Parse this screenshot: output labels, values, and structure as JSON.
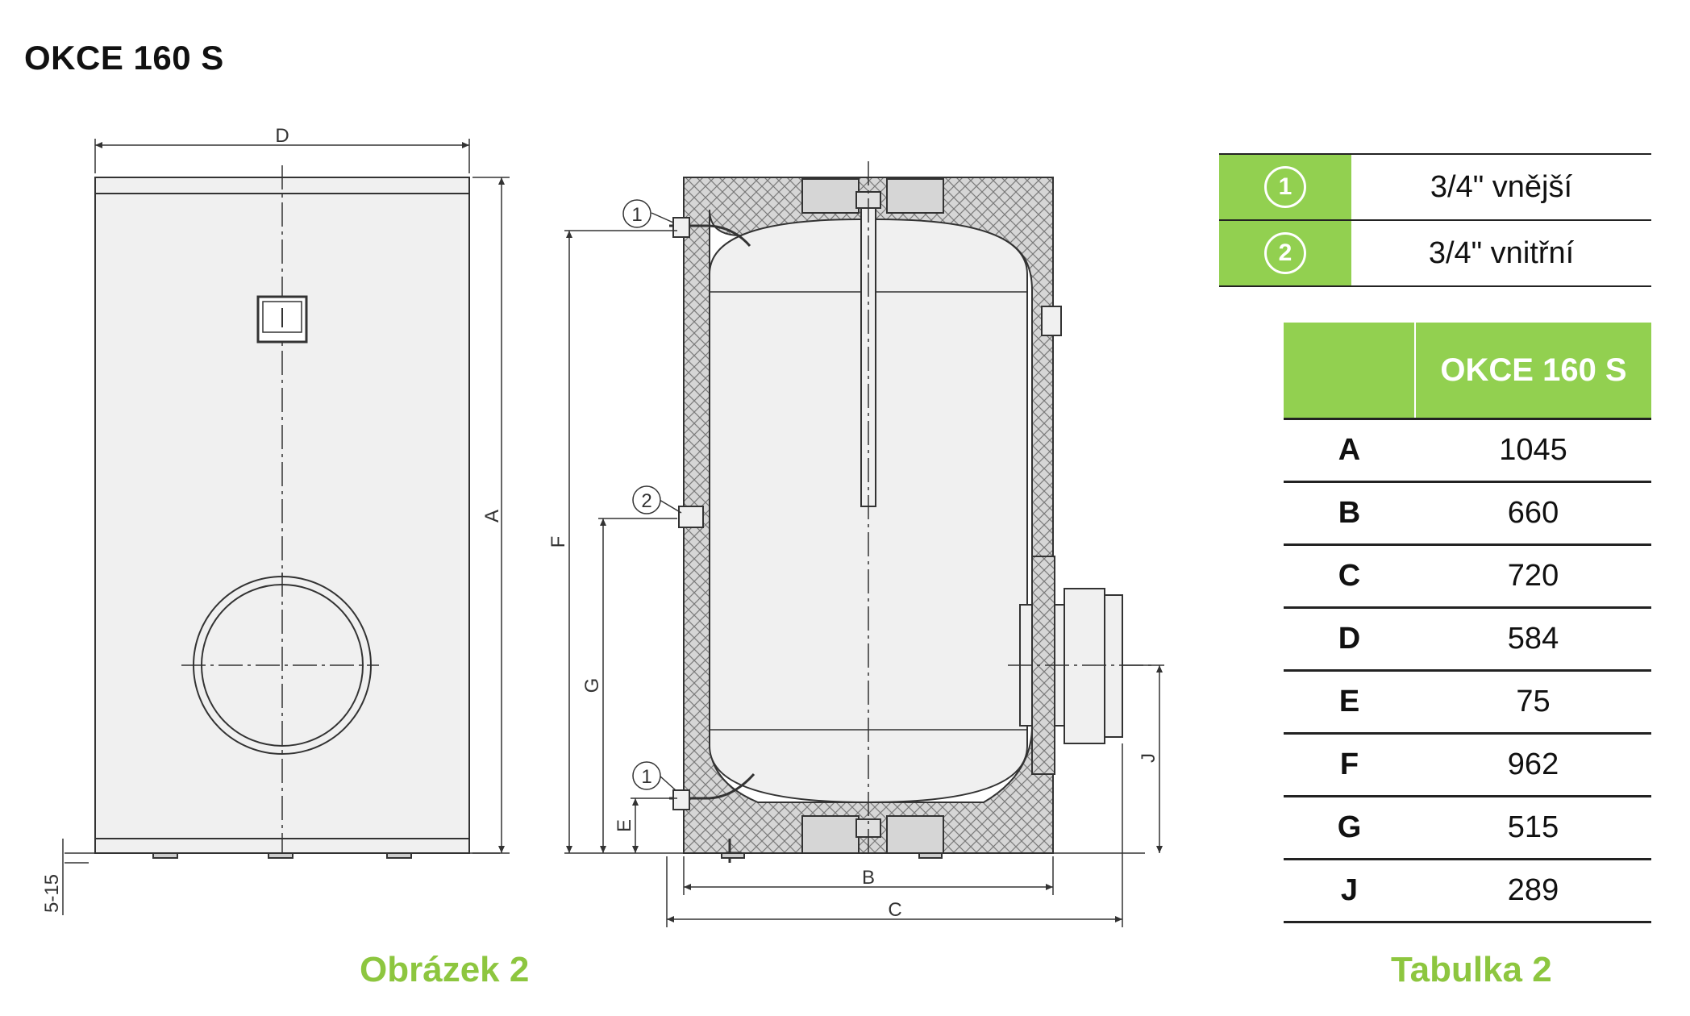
{
  "title": "OKCE 160 S",
  "drawing_labels": {
    "D": "D",
    "A": "A",
    "F": "F",
    "G": "G",
    "E": "E",
    "B": "B",
    "C": "C",
    "J": "J",
    "foot": "5-15",
    "mark1": "1",
    "mark2": "2"
  },
  "legend": [
    {
      "symbol": "①",
      "text": "3/4\" vnější"
    },
    {
      "symbol": "②",
      "text": "3/4\" vnitřní"
    }
  ],
  "dims_table": {
    "header": "OKCE 160 S",
    "rows": [
      {
        "key": "A",
        "value": "1045"
      },
      {
        "key": "B",
        "value": "660"
      },
      {
        "key": "C",
        "value": "720"
      },
      {
        "key": "D",
        "value": "584"
      },
      {
        "key": "E",
        "value": "75"
      },
      {
        "key": "F",
        "value": "962"
      },
      {
        "key": "G",
        "value": "515"
      },
      {
        "key": "J",
        "value": "289"
      }
    ]
  },
  "captions": {
    "figure": "Obrázek 2",
    "table": "Tabulka 2"
  },
  "colors": {
    "accent_green": "#92d050",
    "caption_green": "#8dc63f",
    "line": "#333333"
  }
}
